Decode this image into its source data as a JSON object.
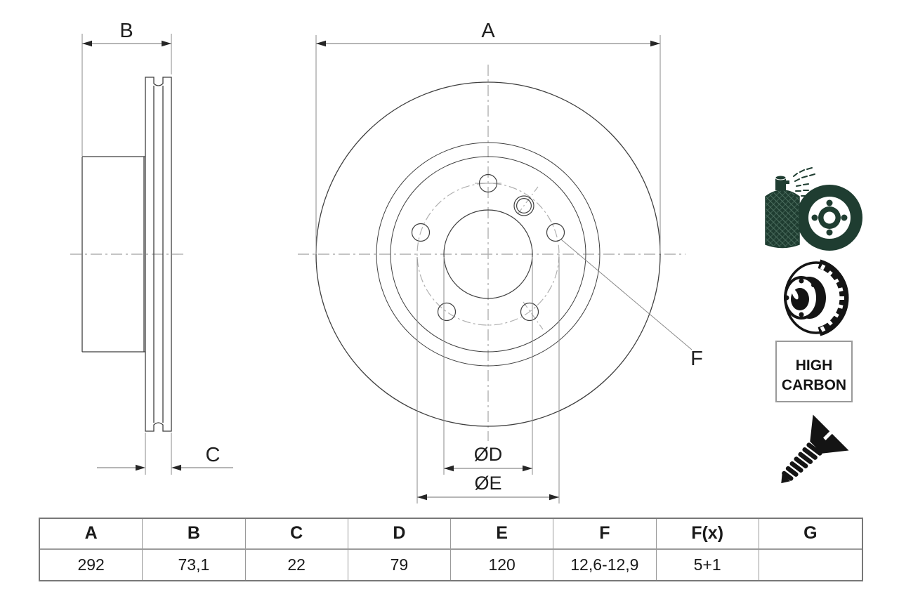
{
  "labels": {
    "a": "A",
    "b": "B",
    "c": "C",
    "f": "F",
    "diameter_d": "ØD",
    "diameter_e": "ØE"
  },
  "high_carbon": {
    "line1": "HIGH",
    "line2": "CARBON"
  },
  "icons": {
    "coated_disc_spray": "coated-disc-spray-icon",
    "vented_disc": "vented-disc-icon",
    "high_carbon_badge": "high-carbon-badge",
    "countersunk_screw": "countersunk-screw-icon"
  },
  "colors": {
    "outline": "#3f3f3f",
    "dimension": "#8a8a8a",
    "centerline": "#b0b0b0",
    "arrowhead": "#262626",
    "icon_green": "#1f3d31",
    "icon_black": "#141414",
    "table_border": "#9a9a9a"
  },
  "table": {
    "headers": [
      "A",
      "B",
      "C",
      "D",
      "E",
      "F",
      "F(x)",
      "G"
    ],
    "values": [
      "292",
      "73,1",
      "22",
      "79",
      "120",
      "12,6-12,9",
      "5+1",
      ""
    ]
  }
}
